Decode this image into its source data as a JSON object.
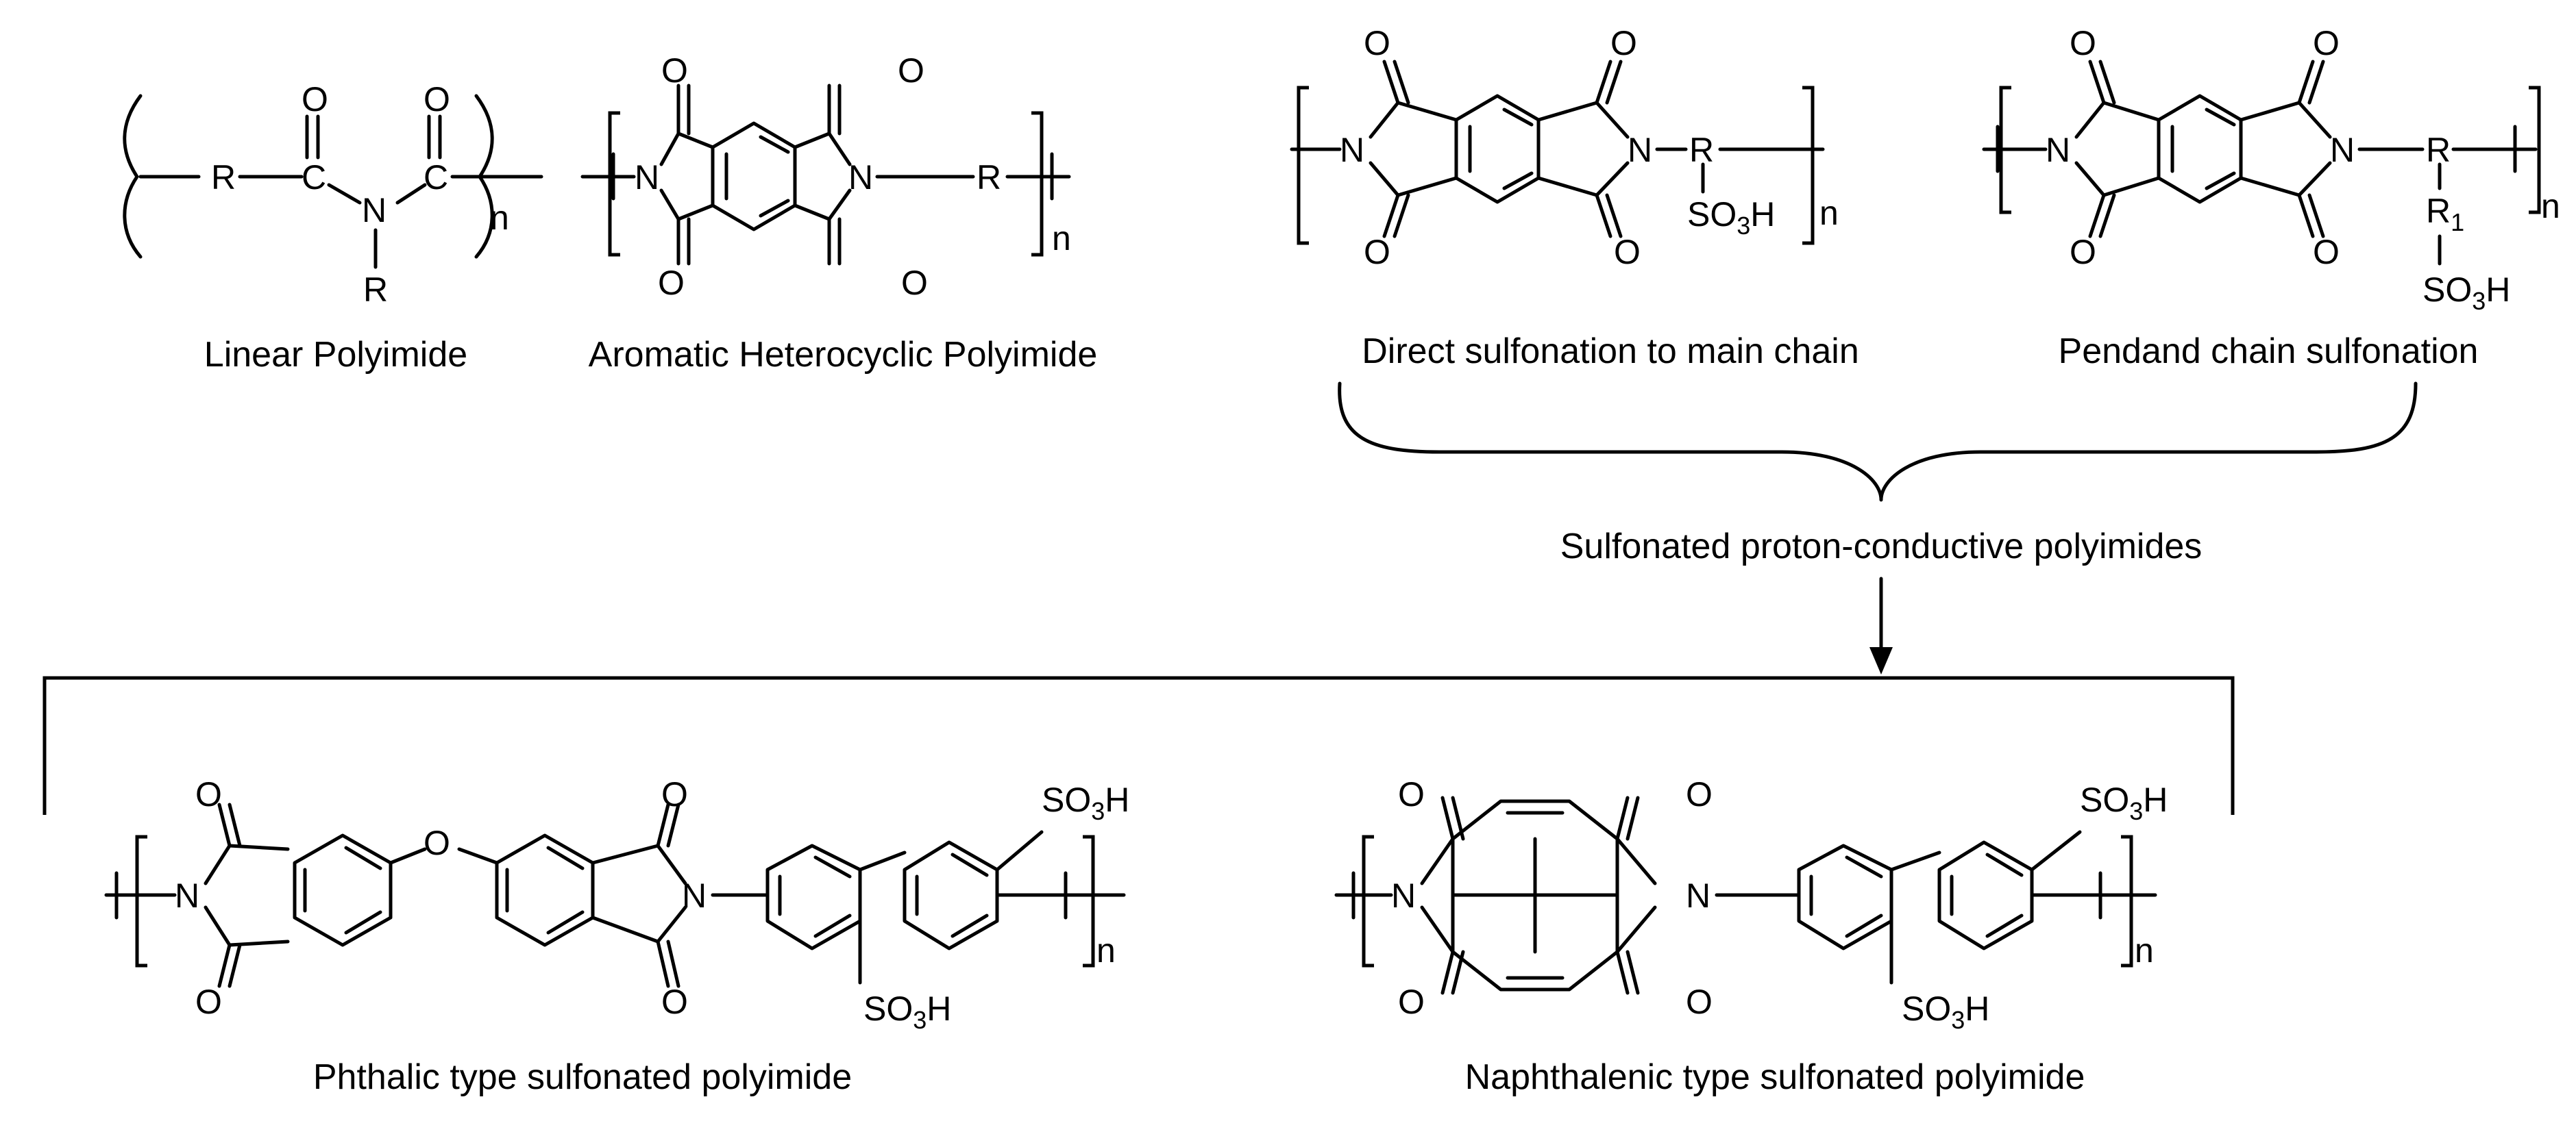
{
  "atoms": {
    "R": "R",
    "N": "N",
    "O": "O",
    "C": "C",
    "n": "n",
    "SO3H_prefix": "SO",
    "SO3H_sub": "3",
    "SO3H_suffix": "H",
    "R1_main": "R",
    "R1_sub": "1"
  },
  "captions": {
    "linear": "Linear Polyimide",
    "aromatic": "Aromatic Heterocyclic Polyimide",
    "direct": "Direct sulfonation to main chain",
    "pendant": "Pendand chain sulfonation",
    "sulfonated": "Sulfonated proton-conductive polyimides",
    "phthalic": "Phthalic type sulfonated polyimide",
    "naphthalenic": "Naphthalenic type sulfonated polyimide"
  }
}
